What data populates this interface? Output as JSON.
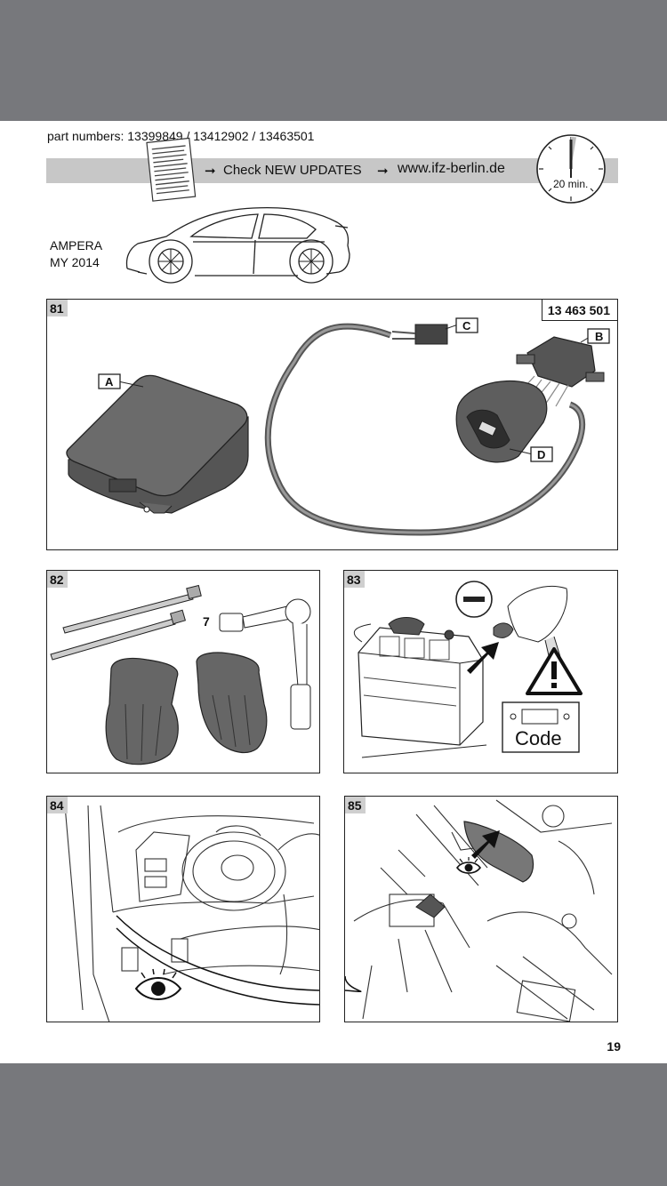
{
  "header": {
    "part_numbers": "part numbers: 13399849 / 13412902 / 13463501",
    "check_updates": "Check NEW UPDATES",
    "website": "www.ifz-berlin.de",
    "time_label": "20 min."
  },
  "vehicle": {
    "model": "AMPERA",
    "year": "MY 2014"
  },
  "panels": {
    "p81": {
      "number": "81",
      "article": "13 463 501",
      "labels": [
        "A",
        "B",
        "C",
        "D"
      ]
    },
    "p82": {
      "number": "82",
      "tool_size": "7"
    },
    "p83": {
      "number": "83",
      "code_label": "Code"
    },
    "p84": {
      "number": "84"
    },
    "p85": {
      "number": "85"
    }
  },
  "footer": {
    "page_number": "19"
  },
  "colors": {
    "background": "#77787c",
    "banner": "#c7c7c7",
    "panel_number_bg": "#cfcfcf",
    "part_gray": "#666666"
  }
}
